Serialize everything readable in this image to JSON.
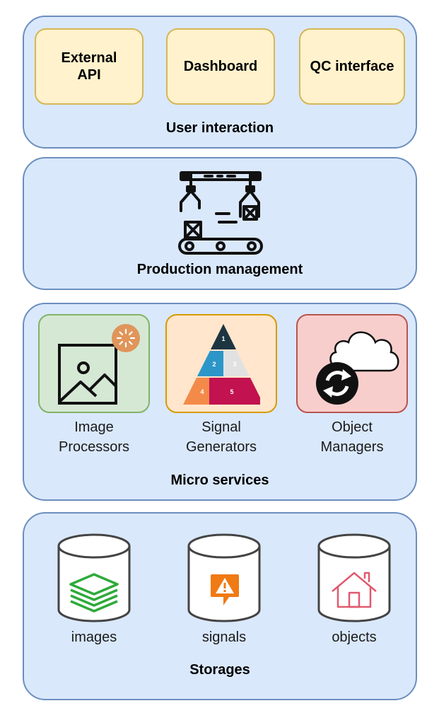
{
  "user_interaction": {
    "title": "User interaction",
    "boxes": [
      {
        "line1": "External",
        "line2": "API"
      },
      {
        "line1": "Dashboard"
      },
      {
        "line1": "QC interface"
      }
    ]
  },
  "production": {
    "title": "Production management",
    "icon": "conveyor-robot-arms-icon"
  },
  "micro_services": {
    "title": "Micro services",
    "items": [
      {
        "line1": "Image",
        "line2": "Processors",
        "icon": "image-processor-icon",
        "fill": "#d5e8d4",
        "stroke": "#82b366"
      },
      {
        "line1": "Signal",
        "line2": "Generators",
        "icon": "pyramid-icon",
        "fill": "#ffe6cc",
        "stroke": "#d79b00"
      },
      {
        "line1": "Object",
        "line2": "Managers",
        "icon": "cloud-sync-icon",
        "fill": "#f8cecc",
        "stroke": "#b85450"
      }
    ],
    "pyramid_levels": [
      "1",
      "2",
      "3",
      "4",
      "5"
    ]
  },
  "storages": {
    "title": "Storages",
    "items": [
      {
        "label": "images",
        "icon": "layers-icon"
      },
      {
        "label": "signals",
        "icon": "warning-message-icon"
      },
      {
        "label": "objects",
        "icon": "house-icon"
      }
    ]
  }
}
